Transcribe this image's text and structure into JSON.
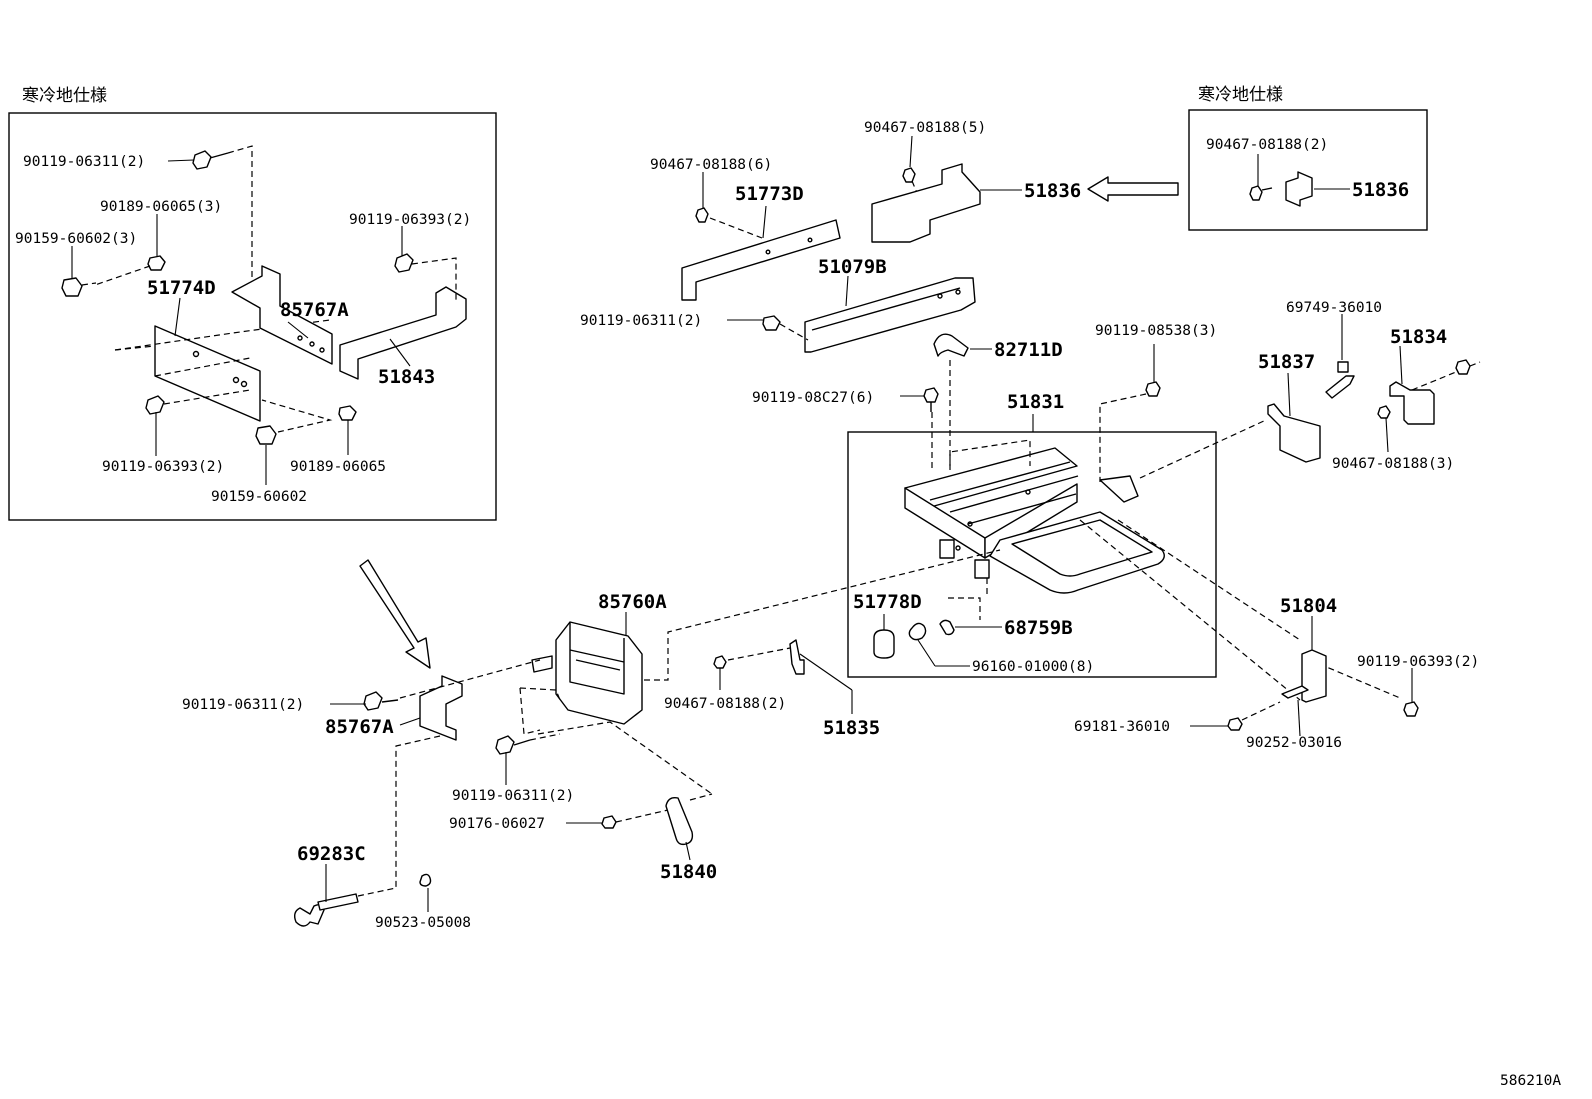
{
  "labels": {
    "jp_left": "寒冷地仕様",
    "jp_right": "寒冷地仕様",
    "l_90119_06311_2_a": "90119-06311(2)",
    "l_90189_06065_3": "90189-06065(3)",
    "l_90159_60602_3": "90159-60602(3)",
    "l_90119_06393_2_a": "90119-06393(2)",
    "l_51774D": "51774D",
    "l_85767A_a": "85767A",
    "l_51843": "51843",
    "l_90119_06393_2_b": "90119-06393(2)",
    "l_90189_06065": "90189-06065",
    "l_90159_60602": "90159-60602",
    "l_90467_08188_6": "90467-08188(6)",
    "l_51773D": "51773D",
    "l_90467_08188_5": "90467-08188(5)",
    "l_51836_a": "51836",
    "l_90467_08188_2_a": "90467-08188(2)",
    "l_51836_b": "51836",
    "l_51079B": "51079B",
    "l_90119_06311_2_b": "90119-06311(2)",
    "l_82711D": "82711D",
    "l_90119_08538_3": "90119-08538(3)",
    "l_69749_36010": "69749-36010",
    "l_51834": "51834",
    "l_51837": "51837",
    "l_90119_08C27_6": "90119-08C27(6)",
    "l_51831": "51831",
    "l_90467_08188_3": "90467-08188(3)",
    "l_85760A": "85760A",
    "l_51778D": "51778D",
    "l_68759B": "68759B",
    "l_96160_01000_8": "96160-01000(8)",
    "l_51804": "51804",
    "l_90119_06393_2_c": "90119-06393(2)",
    "l_90119_06311_2_c": "90119-06311(2)",
    "l_85767A_b": "85767A",
    "l_90467_08188_2_b": "90467-08188(2)",
    "l_51835": "51835",
    "l_69181_36010": "69181-36010",
    "l_90252_03016": "90252-03016",
    "l_90119_06311_2_d": "90119-06311(2)",
    "l_90176_06027": "90176-06027",
    "l_51840": "51840",
    "l_69283C": "69283C",
    "l_90523_05008": "90523-05008",
    "l_diagram_id": "586210A"
  }
}
